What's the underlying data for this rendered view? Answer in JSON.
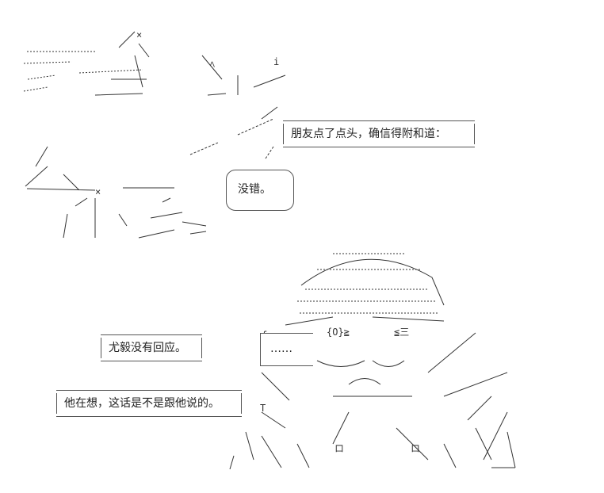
{
  "captions": {
    "friend_nod": "朋友点了点头，确信得附和道：",
    "right_reply": "没错。",
    "youyi_silent": "尤毅没有回应。",
    "thinking": "他在想，这话是不是跟他说的。",
    "ellipsis": "……"
  },
  "art_glyphs": {
    "cross": "×",
    "mouth_box_left": "ロ",
    "mouth_box_right": "ロ",
    "eye_bracket": "{O}≧",
    "eye_equal": "≦三",
    "letter_f": "f",
    "letter_i": "i",
    "letter_t": "T",
    "arrow": "ﾍ",
    "cross_small": "×"
  },
  "colors": {
    "background": "#ffffff",
    "ink": "#222222",
    "frame": "#555555"
  }
}
